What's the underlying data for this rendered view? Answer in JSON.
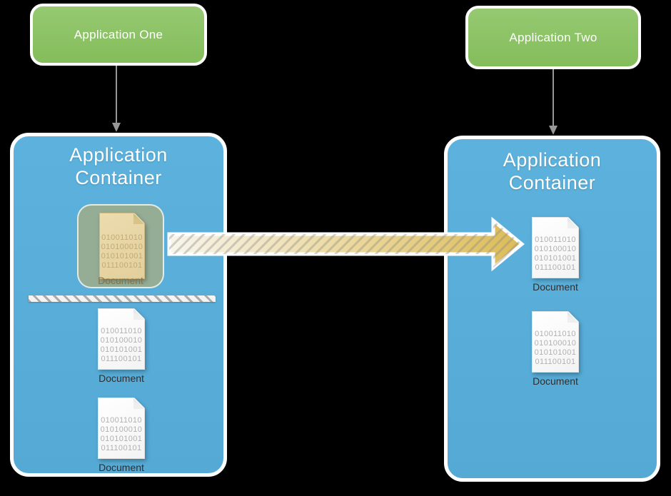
{
  "apps": [
    {
      "label": "Application One"
    },
    {
      "label": "Application Two"
    }
  ],
  "containers": [
    {
      "title": "Application\nContainer",
      "highlighted_document": {
        "binary_lines": [
          "010011010",
          "010100010",
          "010101001",
          "011100101"
        ],
        "label": "Document"
      },
      "documents": [
        {
          "binary_lines": [
            "010011010",
            "010100010",
            "010101001",
            "011100101"
          ],
          "label": "Document"
        },
        {
          "binary_lines": [
            "010011010",
            "010100010",
            "010101001",
            "011100101"
          ],
          "label": "Document"
        }
      ]
    },
    {
      "title": "Application\nContainer",
      "documents": [
        {
          "binary_lines": [
            "010011010",
            "010100010",
            "010101001",
            "011100101"
          ],
          "label": "Document"
        },
        {
          "binary_lines": [
            "010011010",
            "010100010",
            "010101001",
            "011100101"
          ],
          "label": "Document"
        }
      ]
    }
  ],
  "colors": {
    "background": "#000000",
    "app_node_green": "#8cc466",
    "container_blue": "#57aed9",
    "highlight_box_sage": "#95ac95",
    "highlight_document_tan": "#e7d5a5",
    "transfer_arrow_gold": "#dcbc58",
    "connector_gray": "#979797"
  }
}
